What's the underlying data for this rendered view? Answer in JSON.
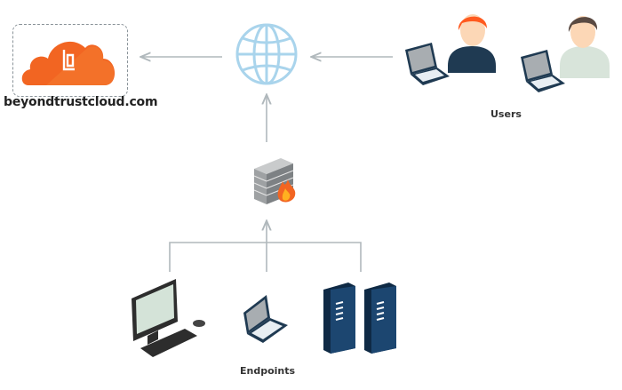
{
  "diagram": {
    "cloud": {
      "label": "beyondtrustcloud.com",
      "icon": "cloud-icon",
      "logo": "beyondtrust-logo",
      "color": "#f26522"
    },
    "internet": {
      "icon": "globe-icon",
      "color": "#a9d4ec"
    },
    "firewall": {
      "icon": "firewall-icon"
    },
    "users": {
      "label": "Users",
      "items": [
        {
          "icon": "user-icon",
          "hair": "#ff5a1f",
          "shirt": "#1f3a52"
        },
        {
          "icon": "user-icon",
          "hair": "#5a4a42",
          "shirt": "#d8e4da"
        }
      ]
    },
    "endpoints": {
      "label": "Endpoints",
      "items": [
        "desktop-icon",
        "laptop-icon",
        "server-icon"
      ]
    },
    "connector_color": "#b0b8bc"
  }
}
